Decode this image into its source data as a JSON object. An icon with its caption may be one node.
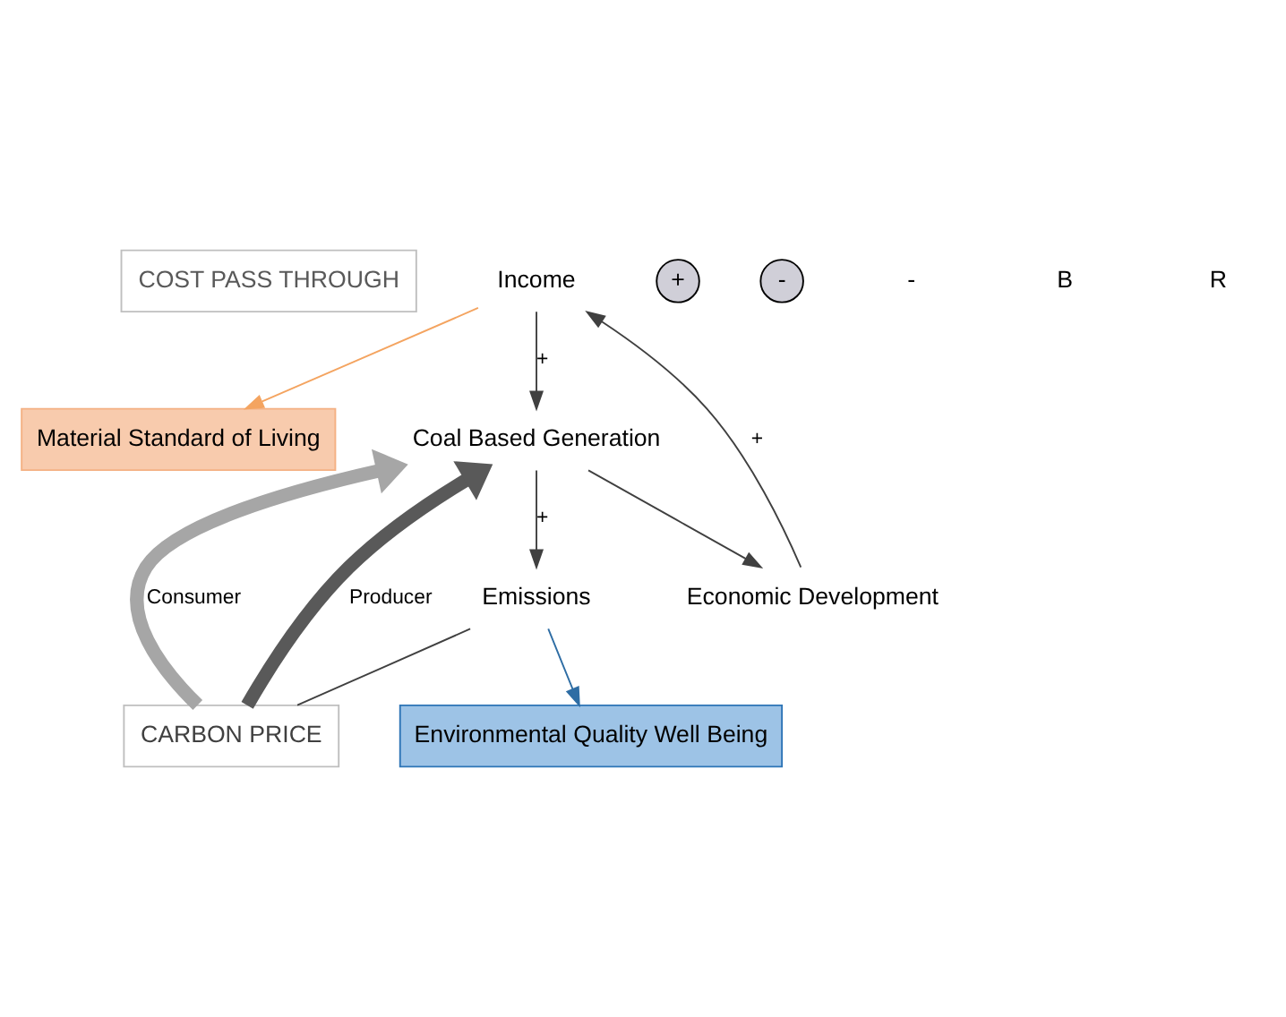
{
  "diagram": {
    "nodes": [
      {
        "text": [
          "COST PASS THROUGH"
        ]
      },
      {
        "text": [
          "Material Standard of Living"
        ]
      },
      {
        "text": [
          "Income"
        ]
      },
      {
        "text": [
          "CARBON PRICE"
        ]
      },
      {
        "text": [
          "Coal Based Generation"
        ]
      },
      {
        "text": [
          "Emissions"
        ]
      },
      {
        "text": [
          "Economic Development"
        ]
      },
      {
        "text": [
          "Environmental Quality Well Being"
        ]
      },
      {
        "text": [
          "+"
        ]
      },
      {
        "text": [
          "-"
        ]
      }
    ],
    "edges": [
      {
        "from": 3,
        "to": 4,
        "arrow": "to",
        "label": "Consumer",
        "style": "thick",
        "color": "#a6a6a6"
      },
      {
        "from": 3,
        "to": 4,
        "arrow": "to",
        "label": "Producer",
        "style": "thick",
        "color": "#595959"
      },
      {
        "from": 2,
        "to": 4,
        "arrow": "to",
        "label": "+"
      },
      {
        "from": 4,
        "to": 5,
        "arrow": "to",
        "label": "+"
      },
      {
        "from": 5,
        "to": 3,
        "arrow": "none"
      },
      {
        "from": 4,
        "to": 6,
        "arrow": "to"
      },
      {
        "from": 6,
        "to": 2,
        "arrow": "to",
        "label": "+"
      },
      {
        "from": 2,
        "to": 1,
        "arrow": "to",
        "color": "#f4a460"
      },
      {
        "from": 5,
        "to": 7,
        "arrow": "to",
        "color": "#2e6da4"
      }
    ],
    "labels": [
      "-",
      "B",
      "R"
    ]
  }
}
